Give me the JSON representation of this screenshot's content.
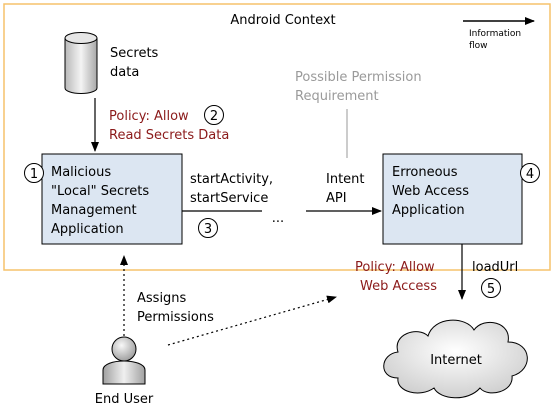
{
  "context": {
    "title": "Android Context",
    "border_color": "#f5c26b"
  },
  "legend": {
    "line1": "Information",
    "line2": "flow"
  },
  "secrets": {
    "line1": "Secrets",
    "line2": "data"
  },
  "policy_read": {
    "line1": "Policy: Allow",
    "line2": "Read Secrets Data",
    "number": "2",
    "color": "#8b1a1a"
  },
  "possible_permission": {
    "line1": "Possible Permission",
    "line2": "Requirement",
    "color": "#9a9a9a"
  },
  "malicious_app": {
    "number": "1",
    "lines": [
      "Malicious",
      "\"Local\" Secrets",
      "Management",
      "Application"
    ],
    "fill": "#dce6f2"
  },
  "erroneous_app": {
    "number": "4",
    "lines": [
      "Erroneous",
      "Web Access",
      "Application"
    ],
    "fill": "#dce6f2"
  },
  "start_calls": {
    "line1": "startActivity,",
    "line2": "startService",
    "number": "3",
    "ellipsis": "..."
  },
  "intent": {
    "line1": "Intent",
    "line2": "API"
  },
  "policy_web": {
    "line1": "Policy: Allow",
    "line2": "Web Access",
    "color": "#8b1a1a"
  },
  "load_url": {
    "label": "loadUrl",
    "number": "5"
  },
  "assigns": {
    "line1": "Assigns",
    "line2": "Permissions"
  },
  "internet": {
    "label": "Internet"
  },
  "end_user": {
    "label": "End User"
  }
}
